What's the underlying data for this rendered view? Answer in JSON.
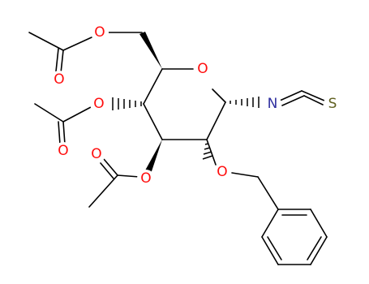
{
  "colors": {
    "oxygen": "#ff0d0d",
    "nitrogen": "#3030a0",
    "sulfur": "#606020",
    "carbon": "#000000"
  },
  "atoms": {
    "o_ring": "O",
    "o_c6": "O",
    "o_c6_carbonyl": "O",
    "o_c4": "O",
    "o_c4_carbonyl": "O",
    "o_c3": "O",
    "o_c3_carbonyl": "O",
    "o_c2": "O",
    "n_isothiocyanate": "N",
    "s_isothiocyanate": "S"
  }
}
